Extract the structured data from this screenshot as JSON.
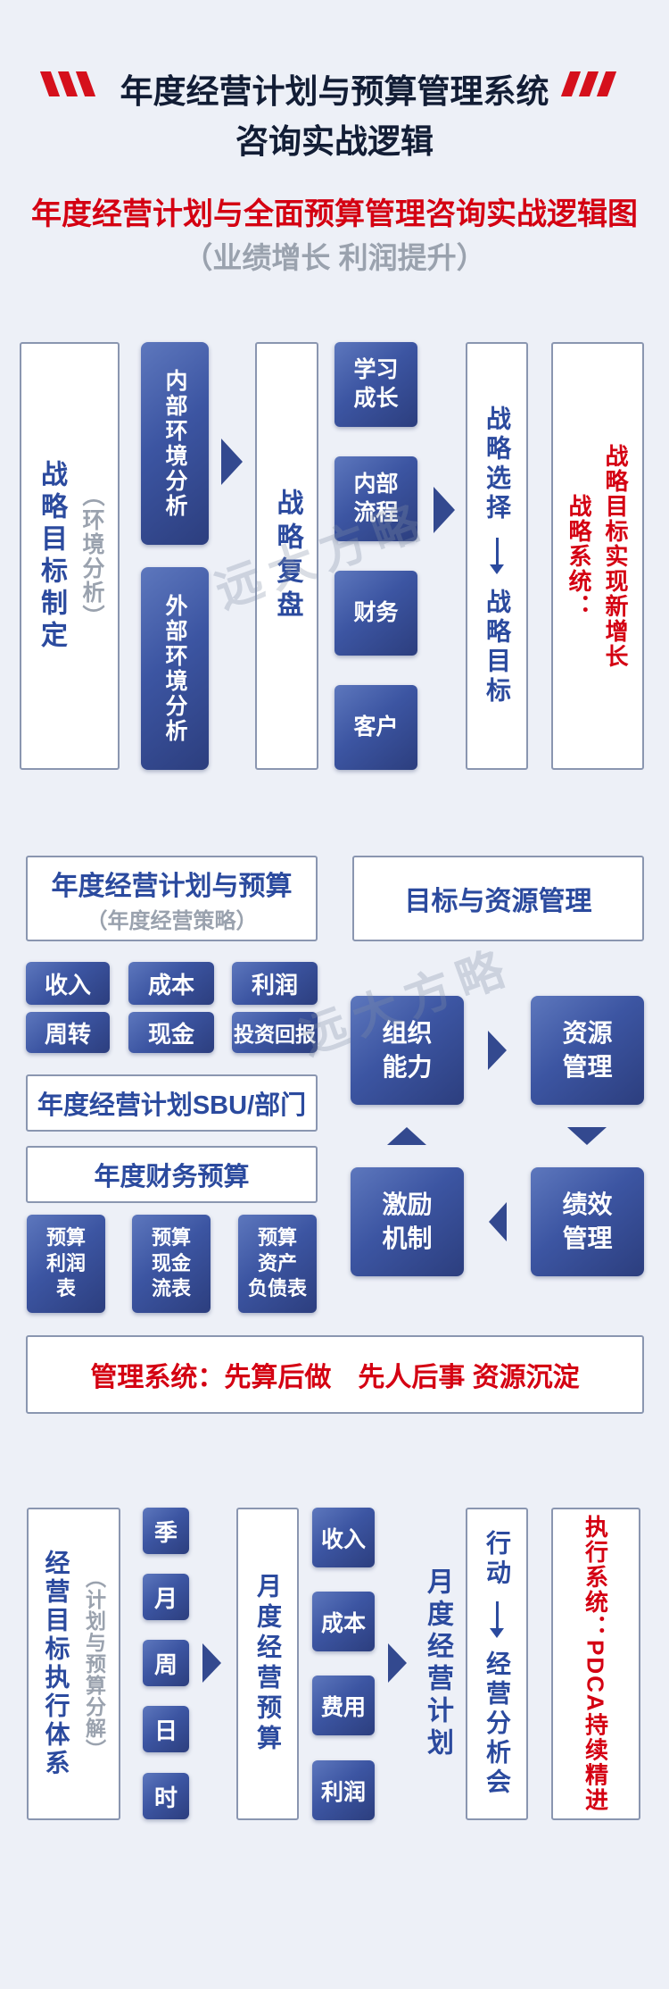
{
  "header": {
    "title_line1": "年度经营计划与预算管理系统",
    "title_line2": "咨询实战逻辑",
    "red_title": "年度经营计划与全面预算管理咨询实战逻辑图",
    "gray_subtitle": "（业绩增长  利润提升）"
  },
  "watermark": "远大方略",
  "colors": {
    "background": "#edf0f7",
    "navy_text": "#121d35",
    "red_accent": "#d40012",
    "blue_text": "#2b4a9e",
    "box_blue_light": "#5d77bd",
    "box_blue_dark": "#2c3e7e",
    "box_border": "#8a96b0",
    "gray_text": "#9aa2ae"
  },
  "section1": {
    "goal_label": "战略目标制定",
    "goal_sub": "（环境分析）",
    "env_boxes": [
      "内部环境分析",
      "外部环境分析"
    ],
    "review_label": "战略复盘",
    "bsc_boxes": [
      "学习\n成长",
      "内部\n流程",
      "财务",
      "客户"
    ],
    "choice_top": "战略选择",
    "choice_bottom": "战略目标",
    "result_col_left": "战略系统：",
    "result_col_right": "战略目标实现新增长"
  },
  "section2": {
    "left_head_title": "年度经营计划与预算",
    "left_head_sub": "（年度经营策略）",
    "kpi_row1": [
      "收入",
      "成本",
      "利润"
    ],
    "kpi_row2": [
      "周转",
      "现金",
      "投资回报"
    ],
    "sbu_label": "年度经营计划SBU/部门",
    "finance_label": "年度财务预算",
    "budget_tables": [
      "预算\n利润\n表",
      "预算\n现金\n流表",
      "预算\n资产\n负债表"
    ],
    "right_head_title": "目标与资源管理",
    "cycle": {
      "top_left": "组织\n能力",
      "top_right": "资源\n管理",
      "bottom_left": "激励\n机制",
      "bottom_right": "绩效\n管理"
    },
    "management_note": "管理系统：先算后做　先人后事 资源沉淀"
  },
  "section3": {
    "exec_label": "经营目标执行体系",
    "exec_sub": "（计划与预算分解）",
    "time_boxes": [
      "季",
      "月",
      "周",
      "日",
      "时"
    ],
    "monthly_budget_label": "月度经营预算",
    "kpi_boxes": [
      "收入",
      "成本",
      "费用",
      "利润"
    ],
    "monthly_plan_label": "月度经营计划",
    "action_top": "行动",
    "action_bottom": "经营分析会",
    "result_label": "执行系统：PDCA持续精进"
  }
}
